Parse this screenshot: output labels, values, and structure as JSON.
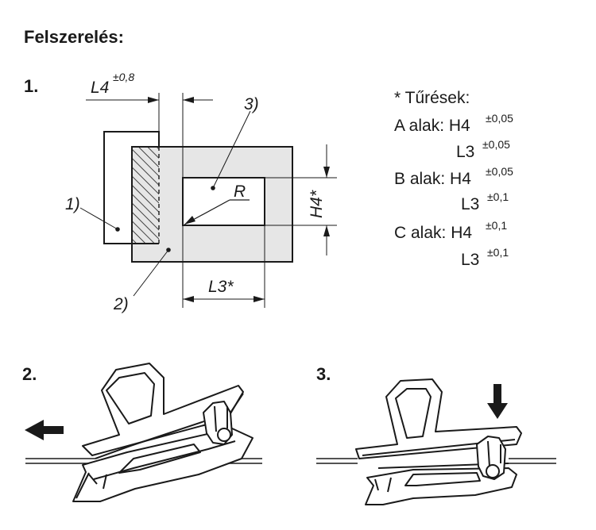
{
  "heading": "Felszerelés:",
  "steps": {
    "s1": "1.",
    "s2": "2.",
    "s3": "3."
  },
  "dims": {
    "l4": "L4",
    "l4_tol": "±0,8",
    "l3": "L3*",
    "h4": "H4*",
    "r": "R"
  },
  "callouts": {
    "c1": "1)",
    "c2": "2)",
    "c3": "3)"
  },
  "tolerances": {
    "title": "* Tűrések:",
    "rows": [
      {
        "label": "A alak: H4",
        "h4_tol": "±0,05",
        "l3": "L3",
        "l3_tol": "±0,05"
      },
      {
        "label": "B alak: H4",
        "h4_tol": "±0,05",
        "l3": "L3",
        "l3_tol": "±0,1"
      },
      {
        "label": "C alak: H4",
        "h4_tol": "±0,1",
        "l3": "L3",
        "l3_tol": "±0,1"
      }
    ]
  },
  "colors": {
    "line": "#1a1a1a",
    "panel_fill": "#e6e6e6",
    "background": "#ffffff"
  },
  "icons": {
    "arrow_left": "arrow-left-icon",
    "arrow_down": "arrow-down-icon"
  }
}
